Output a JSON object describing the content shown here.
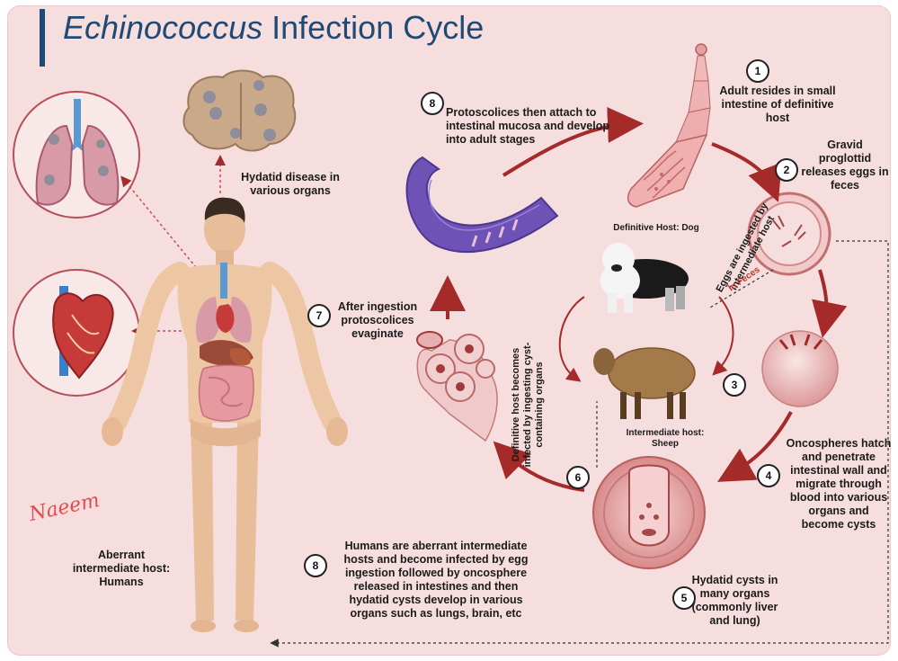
{
  "title": {
    "italic": "Echinococcus",
    "rest": " Infection Cycle"
  },
  "steps": {
    "s1": {
      "num": "1",
      "text": "Adult resides in small intestine of definitive host"
    },
    "s2": {
      "num": "2",
      "text": "Gravid proglottid releases eggs in feces"
    },
    "s3": {
      "num": "3",
      "text": "Eggs are ingested by intermediate host"
    },
    "s4": {
      "num": "4",
      "text": "Oncospheres hatch and penetrate intestinal wall and migrate through blood into various organs and become cysts"
    },
    "s5": {
      "num": "5",
      "text": "Hydatid cysts in many organs (commonly liver and lung)"
    },
    "s6": {
      "num": "6",
      "text": "Definitive host becomes infected by ingesting cyst-containing organs"
    },
    "s7": {
      "num": "7",
      "text": "After ingestion protoscolices evaginate"
    },
    "s8": {
      "num": "8",
      "text": "Protoscolices then attach to intestinal mucosa and develop into adult stages"
    },
    "s9": {
      "num": "8",
      "text": "Humans are aberrant intermediate hosts and become infected by egg ingestion followed by oncosphere released in intestines and then hydatid cysts develop in various organs such as lungs, brain, etc"
    }
  },
  "labels": {
    "hydatid_disease": "Hydatid disease in various organs",
    "definitive_host": "Definitive Host: Dog",
    "intermediate_host": "Intermediate host: Sheep",
    "in_feces": "In Feces",
    "aberrant": "Aberrant intermediate host: Humans",
    "watermark": "Naeem"
  },
  "colors": {
    "background": "#f6dede",
    "title": "#1f4a76",
    "arrow": "#a52a2a",
    "intestine": "#6f52b5",
    "cyst": "#e8a8a8"
  },
  "icons": [
    "brain-icon",
    "lungs-icon",
    "heart-icon",
    "human-figure-icon",
    "tapeworm-icon",
    "egg-icon",
    "dog-icon",
    "sheep-icon",
    "intestine-icon",
    "cyst-icon"
  ]
}
